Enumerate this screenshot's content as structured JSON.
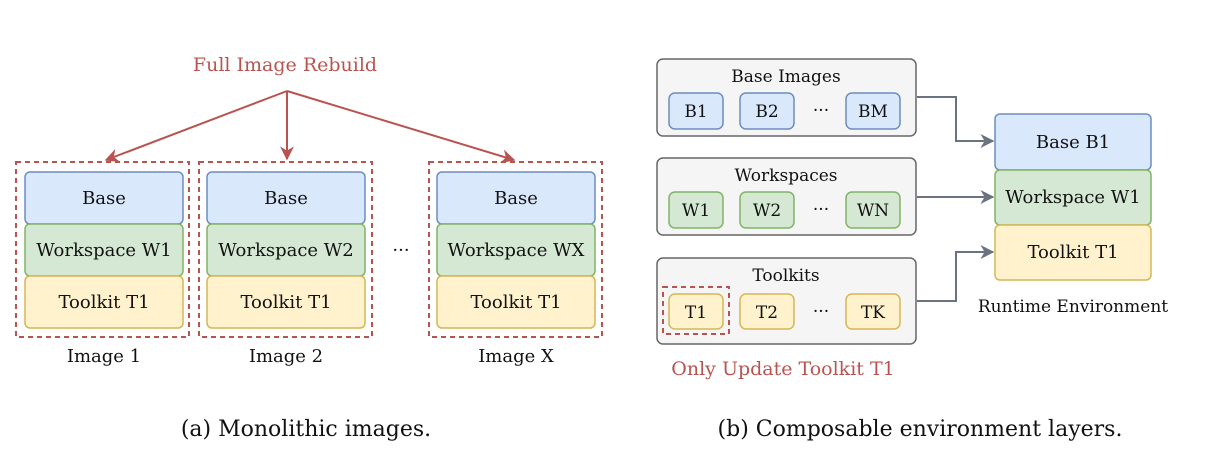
{
  "panel_a": {
    "rebuild_label": "Full Image Rebuild",
    "images": [
      {
        "label": "Image 1",
        "base": "Base",
        "workspace": "Workspace W1",
        "toolkit": "Toolkit T1"
      },
      {
        "label": "Image 2",
        "base": "Base",
        "workspace": "Workspace W2",
        "toolkit": "Toolkit T1"
      },
      {
        "label": "Image X",
        "base": "Base",
        "workspace": "Workspace WX",
        "toolkit": "Toolkit T1"
      }
    ],
    "ellipsis": "···",
    "caption": "(a) Monolithic images."
  },
  "panel_b": {
    "groups": [
      {
        "title": "Base Images",
        "items": [
          "B1",
          "B2",
          "BM"
        ]
      },
      {
        "title": "Workspaces",
        "items": [
          "W1",
          "W2",
          "WN"
        ]
      },
      {
        "title": "Toolkits",
        "items": [
          "T1",
          "T2",
          "TK"
        ]
      }
    ],
    "ellipsis": "···",
    "update_label": "Only Update Toolkit T1",
    "runtime": {
      "base": "Base B1",
      "workspace": "Workspace W1",
      "toolkit": "Toolkit T1",
      "label": "Runtime Environment"
    },
    "caption": "(b) Composable environment layers."
  },
  "colors": {
    "red": "#b85450",
    "base_fill": "#dae8fc",
    "base_stroke": "#6c8ebf",
    "ws_fill": "#d5e8d4",
    "ws_stroke": "#82b366",
    "tk_fill": "#fff2cc",
    "tk_stroke": "#d6b656",
    "group_fill": "#f5f5f5",
    "group_stroke": "#666666"
  }
}
